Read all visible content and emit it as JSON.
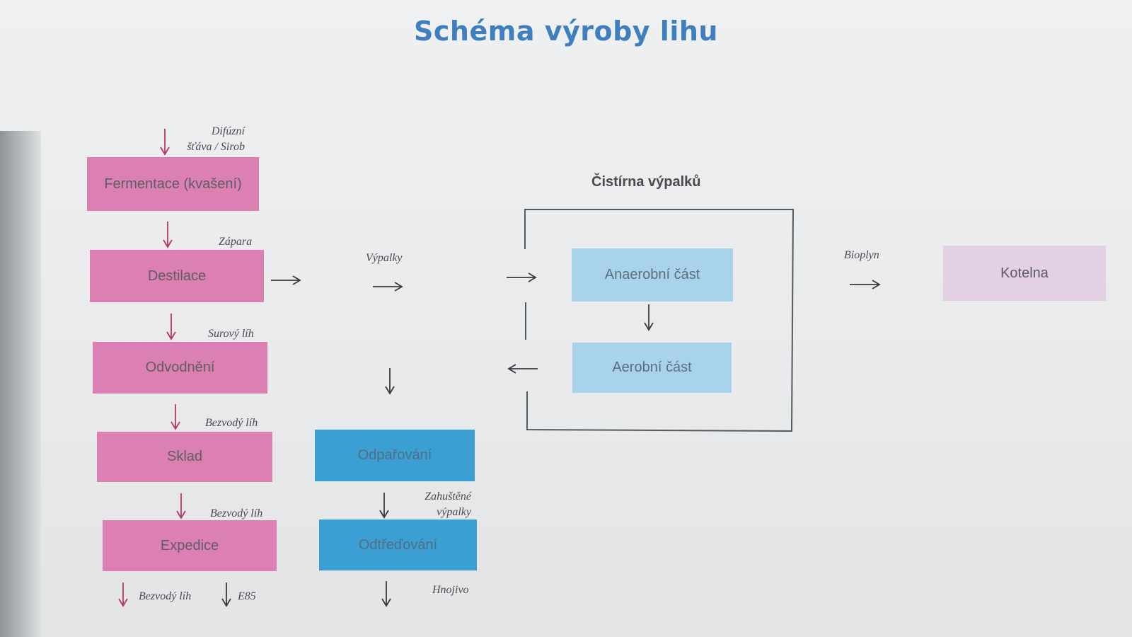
{
  "title": "Schéma výroby lihu",
  "boxes": {
    "fermentace": "Fermentace (kvašení)",
    "destilace": "Destilace",
    "odvodneni": "Odvodnění",
    "sklad": "Sklad",
    "expedice": "Expedice",
    "odparovani": "Odpařování",
    "odtredovani": "Odtřeďování",
    "anaerobni": "Anaerobní část",
    "aerobni": "Aerobní část",
    "kotelna": "Kotelna"
  },
  "labels": {
    "difuzni_line1": "Difúzní",
    "difuzni_line2": "šťáva / Sirob",
    "zapara": "Zápara",
    "surovy_lih": "Surový líh",
    "bezvody_lih_1": "Bezvodý líh",
    "bezvody_lih_2": "Bezvodý líh",
    "bezvody_lih_3": "Bezvodý líh",
    "e85": "E85",
    "vypalky": "Výpalky",
    "zahustene_line1": "Zahuštěné",
    "zahustene_line2": "výpalky",
    "hnojivo": "Hnojivo",
    "bioplyn": "Bioplyn"
  },
  "cistirna_heading": "Čistírna výpalků",
  "colors": {
    "title": "#3f7fbe",
    "pink": "#dc7fb3",
    "blue": "#3c9fd3",
    "lightblue": "#a9d3ea",
    "lavender": "#e3d1e3",
    "arrow_red": "#b8365f",
    "arrow_dark": "#3a3a3e"
  }
}
